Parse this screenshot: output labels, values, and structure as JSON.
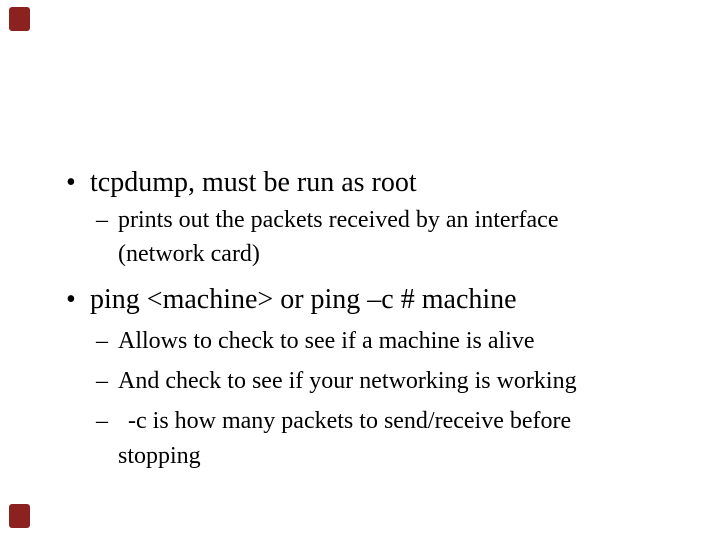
{
  "slide": {
    "background_color": "#ffffff",
    "text_color": "#000000",
    "accent_color": "#8b2220",
    "markers": {
      "level1": "•",
      "level2": "–"
    },
    "groups": [
      {
        "heading": "tcpdump, must be run as root",
        "subitems": [
          {
            "lines": [
              "prints out the packets received by an interface",
              "(network card)"
            ]
          }
        ]
      },
      {
        "heading": "ping <machine> or ping –c # machine",
        "subitems": [
          {
            "lines": [
              "Allows to check to see if a machine is alive"
            ]
          },
          {
            "lines": [
              "And check to see if your networking is working"
            ]
          },
          {
            "lines": [
              "-c is how many packets to send/receive before",
              "stopping"
            ]
          }
        ]
      }
    ]
  }
}
